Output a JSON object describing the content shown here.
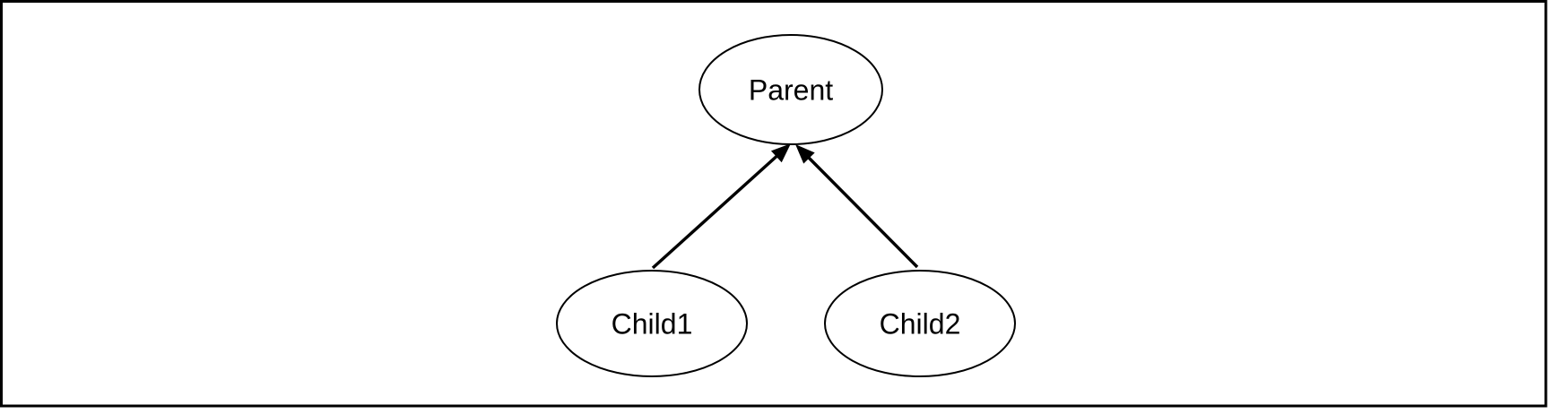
{
  "diagram": {
    "type": "graph",
    "background_color": "#ffffff",
    "stroke_color": "#000000",
    "nodes": [
      {
        "id": "parent",
        "label": "Parent",
        "shape": "ellipse"
      },
      {
        "id": "child1",
        "label": "Child1",
        "shape": "ellipse"
      },
      {
        "id": "child2",
        "label": "Child2",
        "shape": "ellipse"
      }
    ],
    "edges": [
      {
        "from": "Child1",
        "to": "Parent",
        "arrowhead": "normal",
        "direction": "child-to-parent"
      },
      {
        "from": "Child2",
        "to": "Parent",
        "arrowhead": "normal",
        "direction": "child-to-parent"
      }
    ]
  }
}
